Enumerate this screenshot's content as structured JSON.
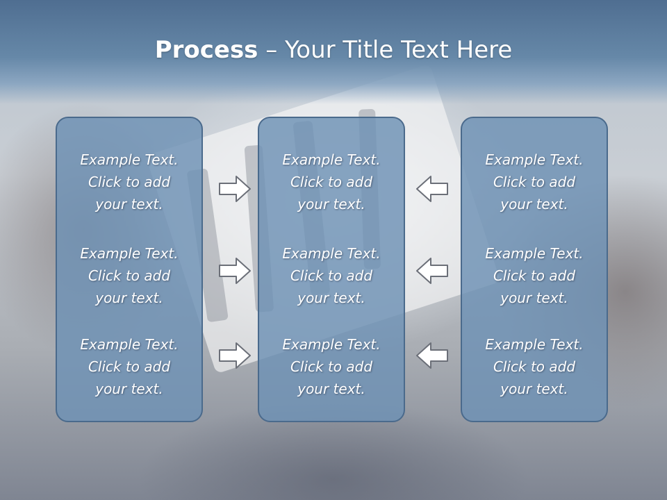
{
  "title": {
    "bold": "Process",
    "rest": " – Your Title Text Here"
  },
  "boxes": [
    {
      "items": [
        {
          "line1": "Example Text.",
          "line2": "Click  to add",
          "line3": "your text."
        },
        {
          "line1": "Example Text.",
          "line2": "Click  to add",
          "line3": "your text."
        },
        {
          "line1": "Example Text.",
          "line2": "Click  to add",
          "line3": "your text."
        }
      ]
    },
    {
      "items": [
        {
          "line1": "Example Text.",
          "line2": "Click  to add",
          "line3": "your text."
        },
        {
          "line1": "Example Text.",
          "line2": "Click  to add",
          "line3": "your text."
        },
        {
          "line1": "Example Text.",
          "line2": "Click  to add",
          "line3": "your text."
        }
      ]
    },
    {
      "items": [
        {
          "line1": "Example Text.",
          "line2": "Click  to add",
          "line3": "your text."
        },
        {
          "line1": "Example Text.",
          "line2": "Click  to add",
          "line3": "your text."
        },
        {
          "line1": "Example Text.",
          "line2": "Click  to add",
          "line3": "your text."
        }
      ]
    }
  ],
  "arrows": {
    "left_column": "arrow-right-icon",
    "right_column": "arrow-left-icon"
  },
  "colors": {
    "title_band": "#5a7a9c",
    "box_fill": "#6e91b4",
    "box_border": "#4a6a8c",
    "text": "#ffffff"
  }
}
